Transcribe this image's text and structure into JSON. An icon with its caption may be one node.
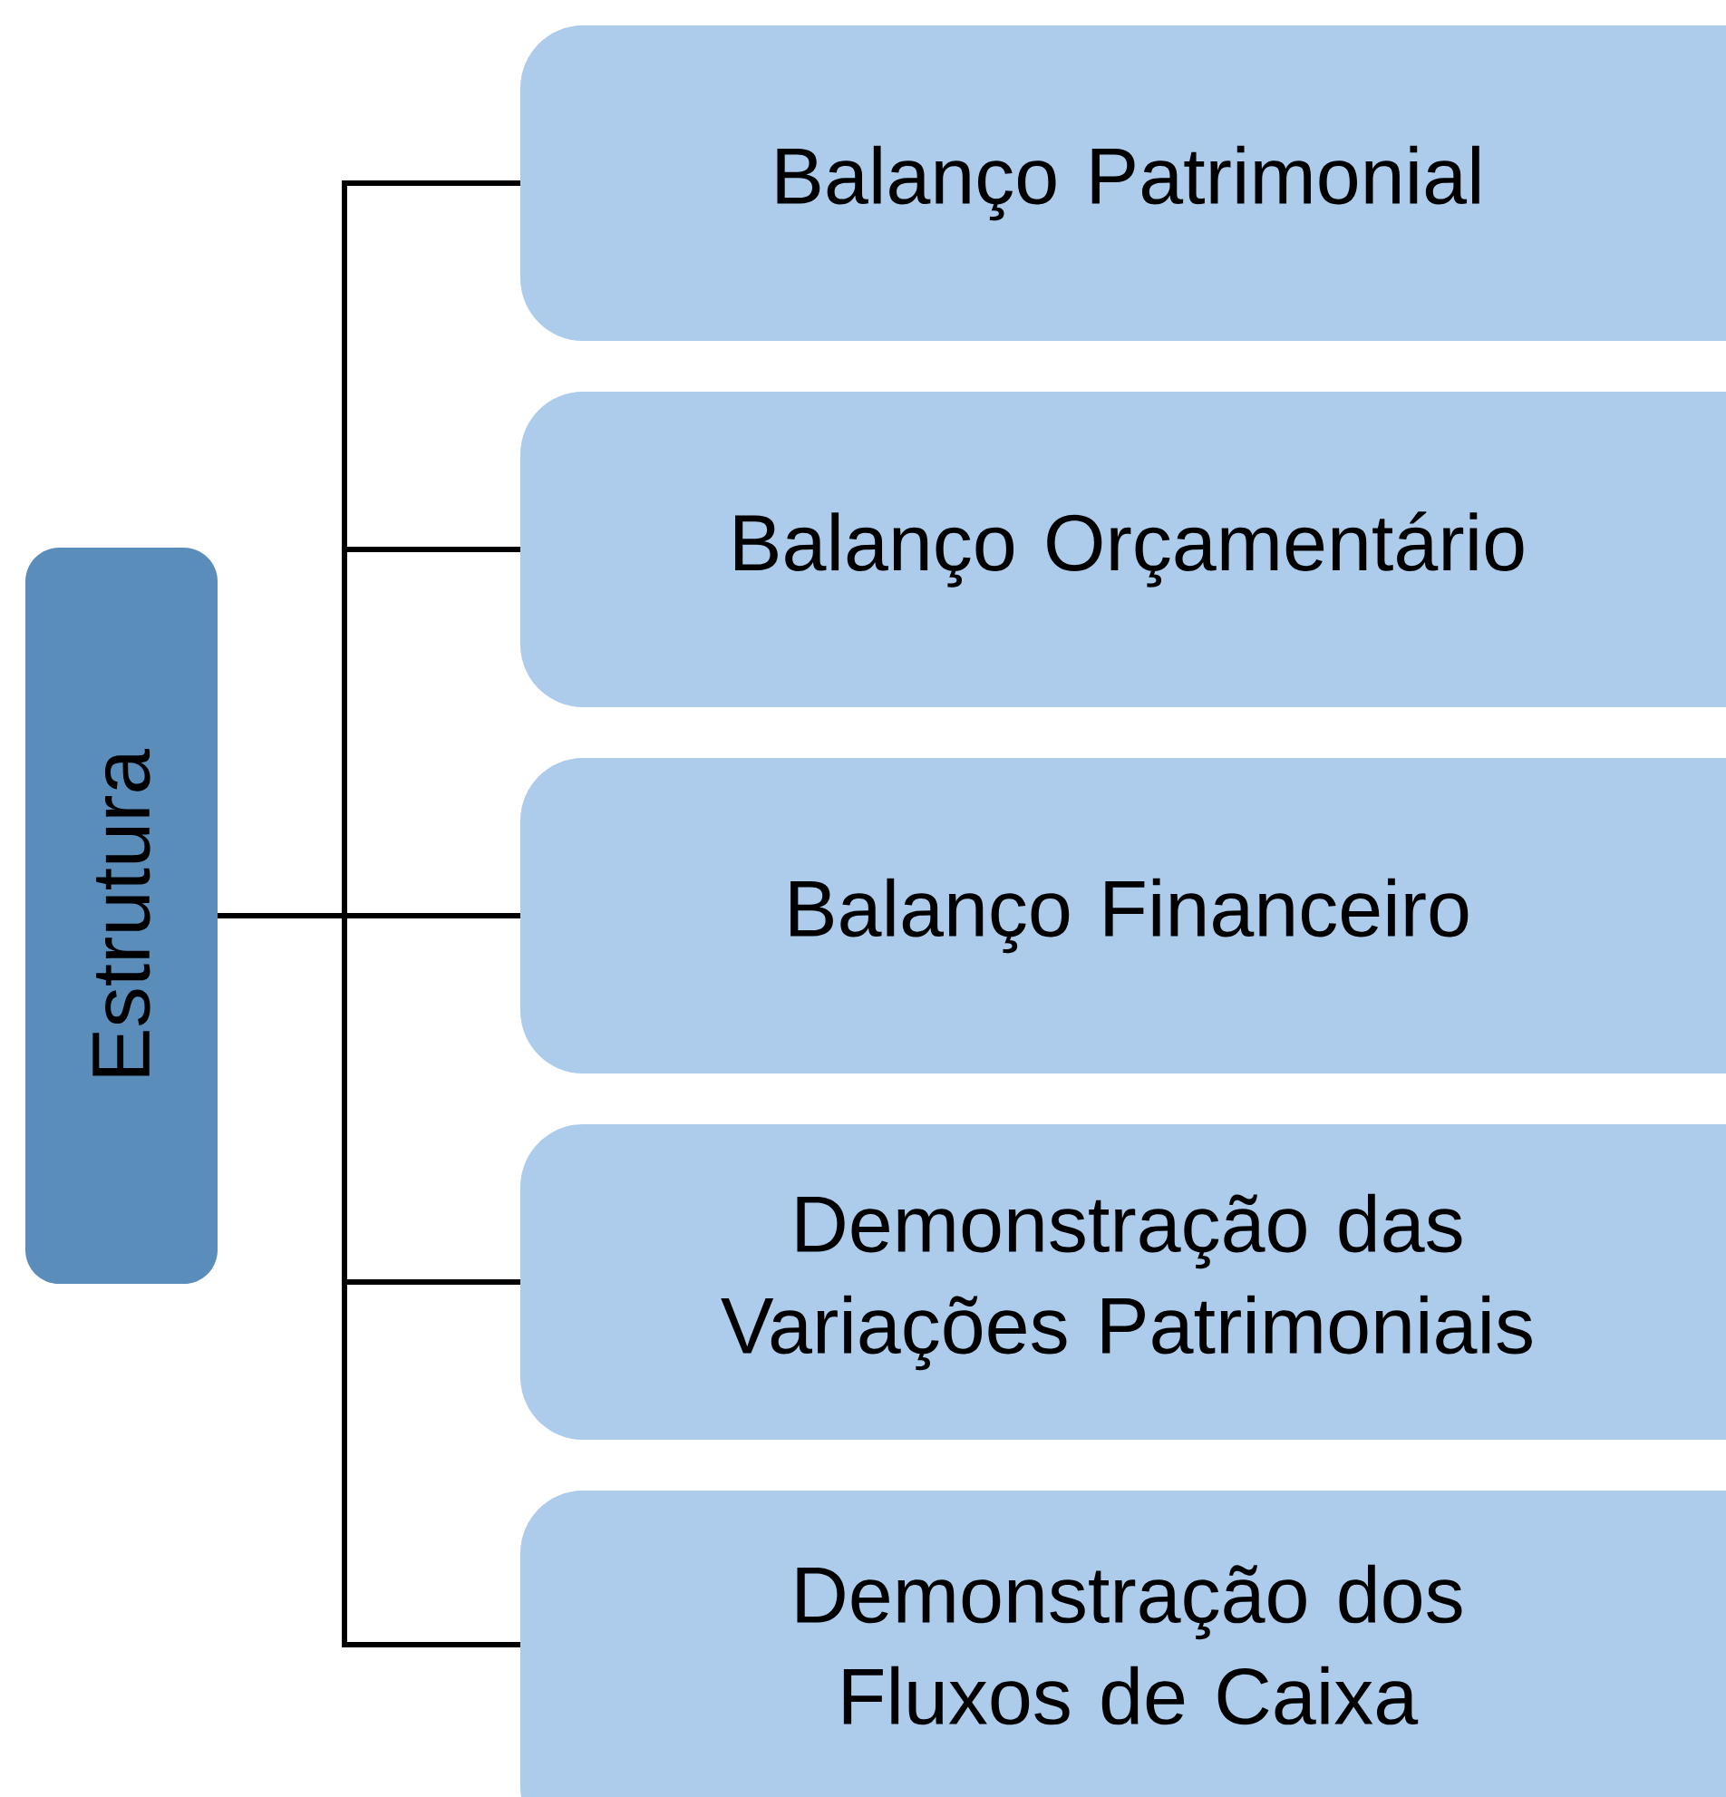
{
  "diagram": {
    "nodes": [
      {
        "text": [
          "Estrutura"
        ]
      },
      {
        "text": [
          "Balanço Patrimonial"
        ]
      },
      {
        "text": [
          "Balanço Orçamentário"
        ]
      },
      {
        "text": [
          "Balanço Financeiro"
        ]
      },
      {
        "text": [
          "Demonstração das Variações Patrimoniais"
        ]
      },
      {
        "text": [
          "Demonstração dos Fluxos de Caixa"
        ]
      }
    ],
    "edges": [
      {
        "from": 0,
        "to": 1,
        "arrow": "none"
      },
      {
        "from": 0,
        "to": 2,
        "arrow": "none"
      },
      {
        "from": 0,
        "to": 3,
        "arrow": "none"
      },
      {
        "from": 0,
        "to": 4,
        "arrow": "none"
      },
      {
        "from": 0,
        "to": 5,
        "arrow": "none"
      }
    ]
  }
}
